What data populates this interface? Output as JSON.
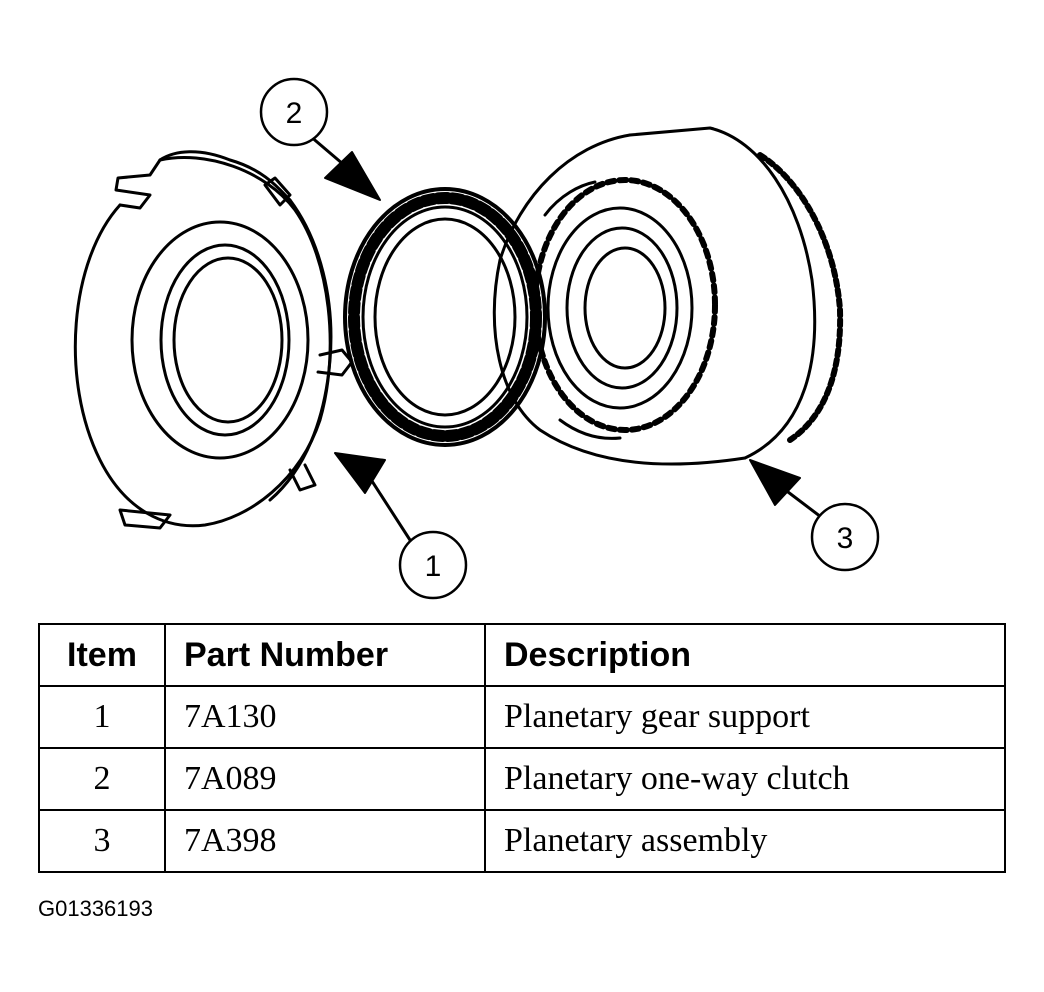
{
  "callouts": [
    {
      "number": "1"
    },
    {
      "number": "2"
    },
    {
      "number": "3"
    }
  ],
  "table": {
    "headers": {
      "item": "Item",
      "part_number": "Part Number",
      "description": "Description"
    },
    "rows": [
      {
        "item": "1",
        "part_number": "7A130",
        "description": "Planetary gear support"
      },
      {
        "item": "2",
        "part_number": "7A089",
        "description": "Planetary one-way clutch"
      },
      {
        "item": "3",
        "part_number": "7A398",
        "description": "Planetary assembly"
      }
    ]
  },
  "figure_id": "G01336193"
}
